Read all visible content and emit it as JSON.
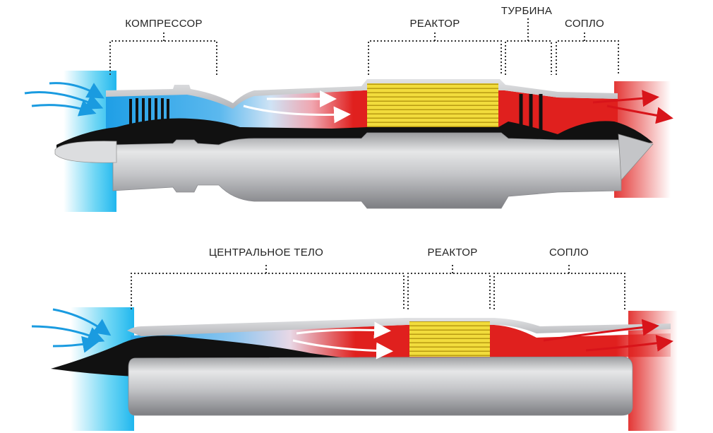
{
  "top_engine": {
    "labels": {
      "compressor": "КОМПРЕССОР",
      "reactor": "РЕАКТОР",
      "turbine": "ТУРБИНА",
      "nozzle": "СОПЛО"
    }
  },
  "bottom_engine": {
    "labels": {
      "center_body": "ЦЕНТРАЛЬНОЕ ТЕЛО",
      "reactor": "РЕАКТОР",
      "nozzle": "СОПЛО"
    }
  },
  "colors": {
    "cold_air": "#2fb4ec",
    "hot_gas": "#e0201e",
    "reactor": "#f2dc3c",
    "casing": "#cfd0d3",
    "core": "#111111"
  }
}
